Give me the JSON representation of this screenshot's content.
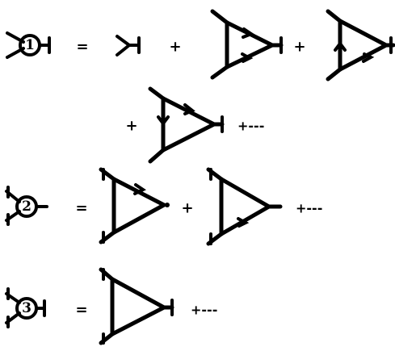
{
  "equations": [
    {
      "label": "1",
      "equals": "=",
      "plus": "+",
      "ellipsis": "+---"
    },
    {
      "label": "2",
      "equals": "=",
      "plus": "+",
      "ellipsis": "+---"
    },
    {
      "label": "3",
      "equals": "=",
      "ellipsis": "+---"
    }
  ]
}
